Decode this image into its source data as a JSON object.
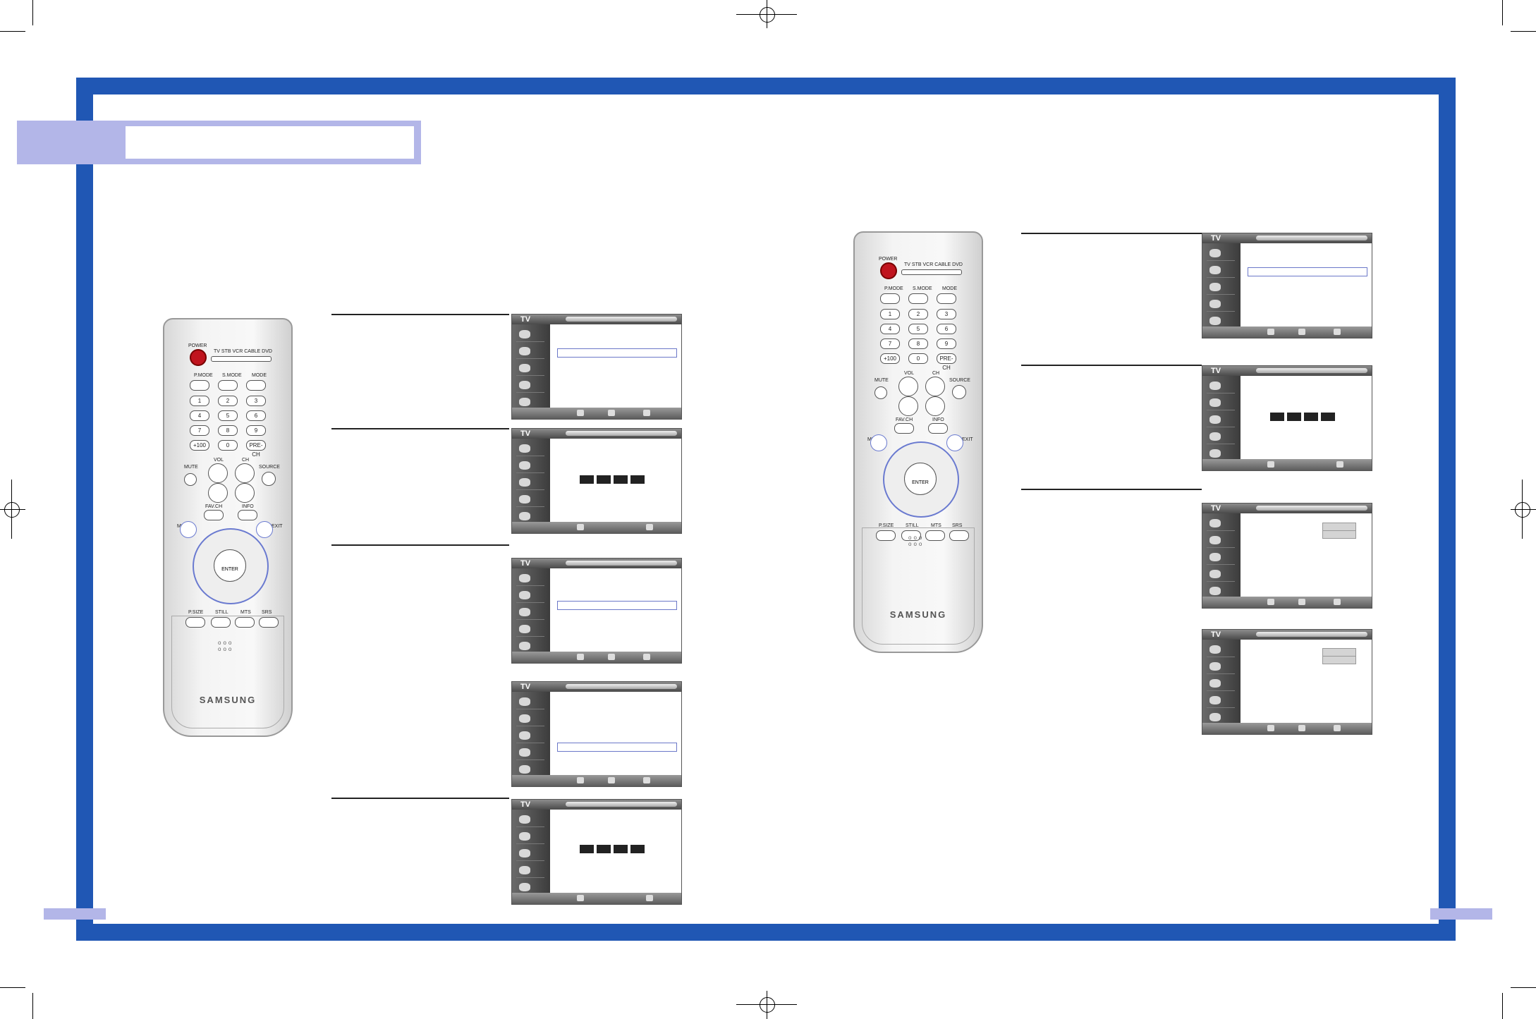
{
  "remote_left": {
    "brand": "SAMSUNG",
    "power_label": "POWER",
    "mode_labels": [
      "TV",
      "STB",
      "VCR",
      "CABLE",
      "DVD"
    ],
    "fn_labels": [
      "P.MODE",
      "S.MODE",
      "MODE"
    ],
    "digits": [
      "1",
      "2",
      "3",
      "4",
      "5",
      "6",
      "7",
      "8",
      "9",
      "+100",
      "0",
      "PRE-CH"
    ],
    "mute_label": "MUTE",
    "vol_label": "VOL",
    "ch_label": "CH",
    "source_label": "SOURCE",
    "favch_label": "FAV.CH",
    "info_label": "INFO",
    "menu_label": "MENU",
    "exit_label": "EXIT",
    "enter_label": "ENTER",
    "bottom_labels": [
      "P.SIZE",
      "STILL",
      "MTS",
      "SRS"
    ]
  },
  "remote_right": {
    "brand": "SAMSUNG",
    "power_label": "POWER",
    "mode_labels": [
      "TV",
      "STB",
      "VCR",
      "CABLE",
      "DVD"
    ],
    "fn_labels": [
      "P.MODE",
      "S.MODE",
      "MODE"
    ],
    "digits": [
      "1",
      "2",
      "3",
      "4",
      "5",
      "6",
      "7",
      "8",
      "9",
      "+100",
      "0",
      "PRE-CH"
    ],
    "mute_label": "MUTE",
    "vol_label": "VOL",
    "ch_label": "CH",
    "source_label": "SOURCE",
    "favch_label": "FAV.CH",
    "info_label": "INFO",
    "menu_label": "MENU",
    "exit_label": "EXIT",
    "enter_label": "ENTER",
    "bottom_labels": [
      "P.SIZE",
      "STILL",
      "MTS",
      "SRS"
    ]
  },
  "tv_label": "TV"
}
